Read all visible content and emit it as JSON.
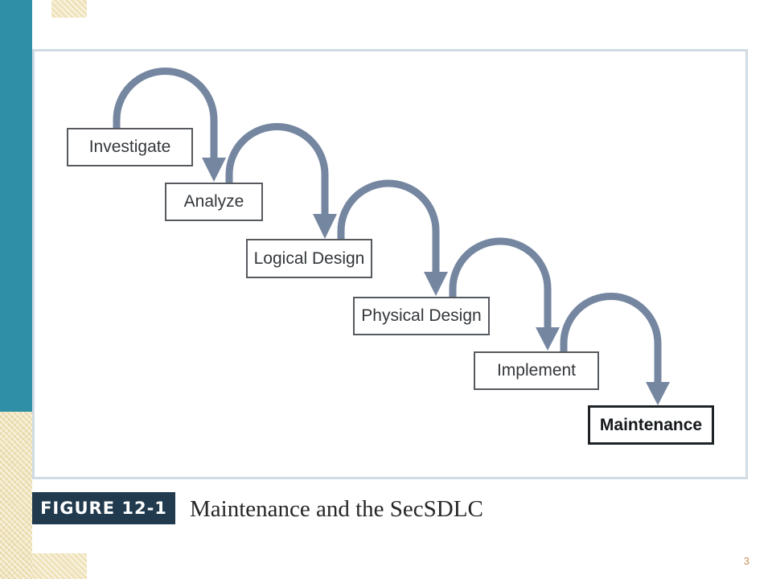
{
  "figure": {
    "steps": [
      {
        "label": "Investigate"
      },
      {
        "label": "Analyze"
      },
      {
        "label": "Logical Design"
      },
      {
        "label": "Physical Design"
      },
      {
        "label": "Implement"
      },
      {
        "label": "Maintenance"
      }
    ],
    "caption_tag": "FIGURE 12-1",
    "caption_text": "Maintenance and the SecSDLC"
  },
  "page_number": "3",
  "colors": {
    "arrow": "#7586a0",
    "side_band": "#2f8fa6",
    "caption_tag_bg": "#213a4e",
    "frame_border": "#d0dbe4"
  }
}
